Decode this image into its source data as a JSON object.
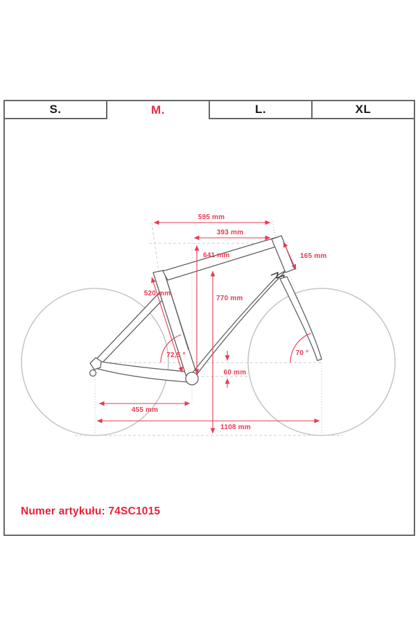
{
  "tabs": {
    "items": [
      {
        "id": "s",
        "label": "S.",
        "active": false
      },
      {
        "id": "m",
        "label": "M.",
        "active": true
      },
      {
        "id": "l",
        "label": "L.",
        "active": false
      },
      {
        "id": "xl",
        "label": "XL",
        "active": false
      }
    ]
  },
  "diagram": {
    "type": "bicycle-frame-geometry",
    "dimensions": {
      "effective_top_tube": "595 mm",
      "reach": "393 mm",
      "stack": "641 mm",
      "head_tube": "165 mm",
      "seat_tube": "520 mm",
      "standover": "770 mm",
      "seat_tube_angle": "72,5 °",
      "head_tube_angle": "70 °",
      "bb_drop": "60 mm",
      "chainstay": "455 mm",
      "wheelbase": "1108 mm"
    },
    "colors": {
      "dimension_red": "#e83a52",
      "active_tab_red": "#e92b45",
      "footer_red": "#ed1f38",
      "frame_grey": "#5f5f5f",
      "wheel_grey": "#c6c6c6",
      "guide_grey": "#cccccc",
      "border_grey": "#666666"
    }
  },
  "footer": {
    "article_number": "Numer artykułu: 74SC1015"
  }
}
